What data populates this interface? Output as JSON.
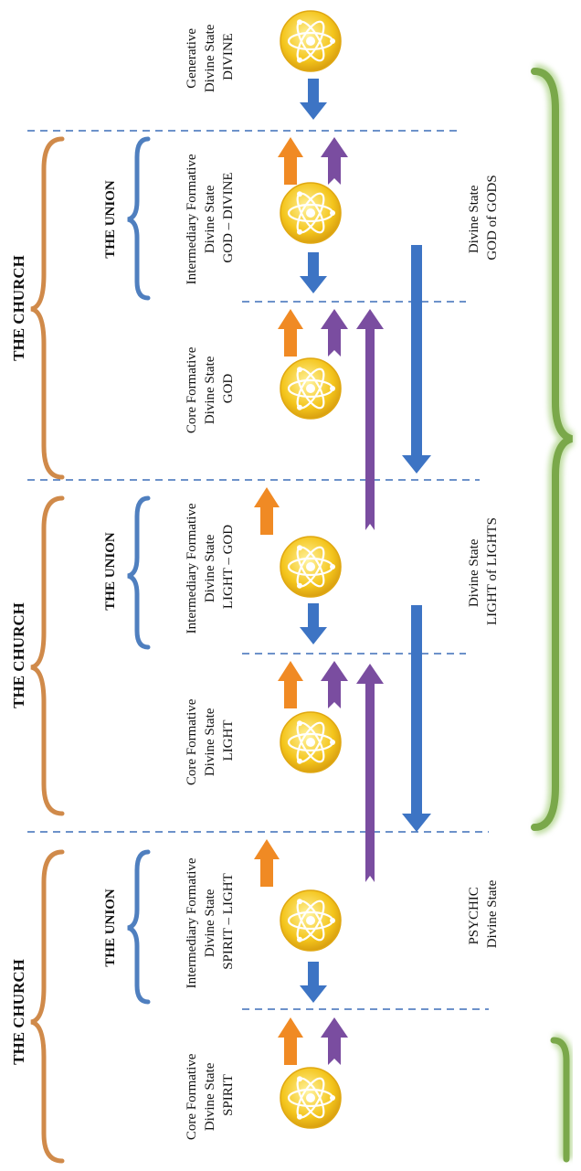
{
  "church_label": "THE CHURCH",
  "union_label": "THE UNION",
  "states": [
    {
      "lines": [
        "Generative",
        "Divine State",
        "DIVINE"
      ]
    },
    {
      "lines": [
        "Intermediary Formative",
        "Divine State",
        "GOD – DIVINE"
      ]
    },
    {
      "lines": [
        "Core Formative",
        "Divine State",
        "GOD"
      ]
    },
    {
      "lines": [
        "Intermediary Formative",
        "Divine State",
        "LIGHT – GOD"
      ]
    },
    {
      "lines": [
        "Core Formative",
        "Divine State",
        "LIGHT"
      ]
    },
    {
      "lines": [
        "Intermediary Formative",
        "Divine State",
        "SPIRIT – LIGHT"
      ]
    },
    {
      "lines": [
        "Core Formative",
        "Divine State",
        "SPIRIT"
      ]
    }
  ],
  "levels": [
    {
      "lines": [
        "Divine State",
        "GOD of GODS"
      ]
    },
    {
      "lines": [
        "Divine State",
        "LIGHT of LIGHTS"
      ]
    },
    {
      "lines": [
        "PSYCHIC",
        "Divine State"
      ]
    }
  ],
  "colors": {
    "church_brace": "#d08a4a",
    "union_brace": "#4f7fbf",
    "green_brace": "#7aa84a",
    "blue_arrow": "#3d74c4",
    "orange_arrow": "#f08a24",
    "purple_arrow": "#7a4da0",
    "divider": "#3d6fb8",
    "atom": "#f2c21a"
  }
}
